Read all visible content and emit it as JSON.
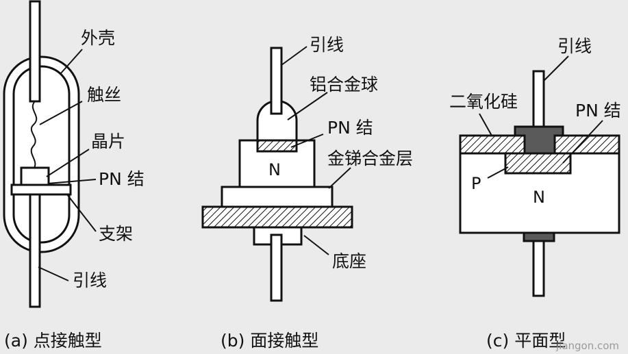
{
  "colors": {
    "background": "#ebebeb",
    "stroke": "#111111",
    "fill": "#ffffff",
    "metal": "#5a5a5a"
  },
  "diagrams": {
    "point_contact": {
      "labels": {
        "shell": "外壳",
        "wire": "触丝",
        "chip": "晶片",
        "pn": "PN 结",
        "bracket": "支架",
        "lead": "引线"
      },
      "caption": "(a)  点接触型"
    },
    "surface_contact": {
      "labels": {
        "lead": "引线",
        "al_ball": "铝合金球",
        "pn": "PN 结",
        "alloy_layer": "金锑合金层",
        "n_region": "N",
        "base": "底座"
      },
      "caption": "(b)  面接触型"
    },
    "planar": {
      "labels": {
        "lead": "引线",
        "sio2": "二氧化硅",
        "pn": "PN 结",
        "p_region": "P",
        "n_region": "N"
      },
      "caption": "(c)  平面型"
    }
  },
  "watermark": "jiangon.com"
}
